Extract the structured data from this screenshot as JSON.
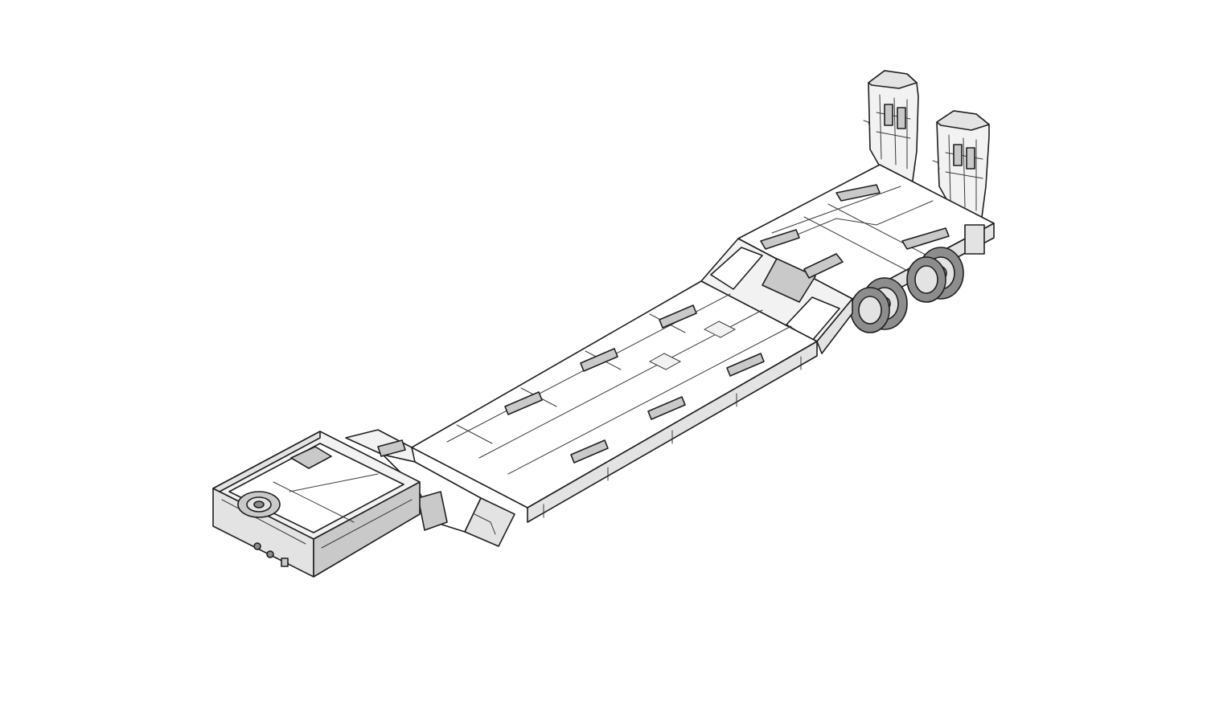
{
  "drawing": {
    "subject-icon": "lowbed-semi-trailer-isometric-icon",
    "style": "line-drawing",
    "colors": {
      "line": "#1e1e1e",
      "fill": "#f2f2f2",
      "shade": "#c9c9c9",
      "background": "#ffffff"
    },
    "parts": [
      "gooseneck",
      "spare-wheel",
      "platform",
      "well-deck",
      "wheel-axle",
      "loading-ramp"
    ]
  }
}
